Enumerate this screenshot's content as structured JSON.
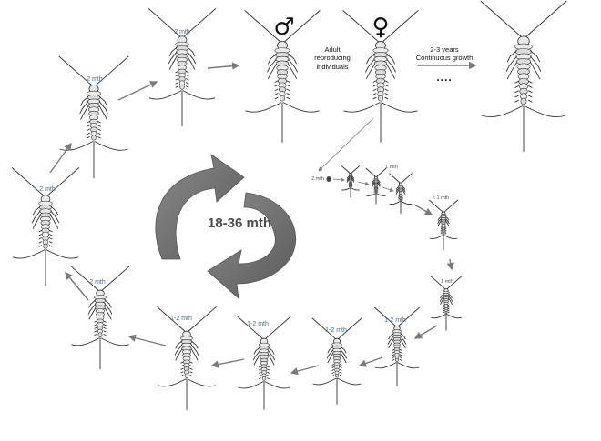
{
  "cycle_label": "18-36 mth",
  "adult_symbols": {
    "male": "♂",
    "female": "♀"
  },
  "adult_text": [
    "Adult",
    "reproducing",
    "individuals"
  ],
  "growth_text": [
    "2-3 years",
    "Continuous growth"
  ],
  "ellipsis": "....",
  "egg_label": "2 mth",
  "stage_labels": {
    "hatchling": "1 mth",
    "small_lt1": "< 1 mth",
    "small_1": "1 mth",
    "bottom_a": "1-2 mth",
    "bottom_b": "1-2 mth",
    "bottom_c": "1-2 mth",
    "bottom_d": "1-2 mth",
    "left_low": "2 mth",
    "left_mid": "2 mth",
    "left_high": "2 mth",
    "top_left": "2 mth"
  },
  "colors": {
    "arrow": "#7a7a7a",
    "cycle_arrow": "#6b6b6b",
    "line": "#333333",
    "label": "#4a6b80"
  }
}
